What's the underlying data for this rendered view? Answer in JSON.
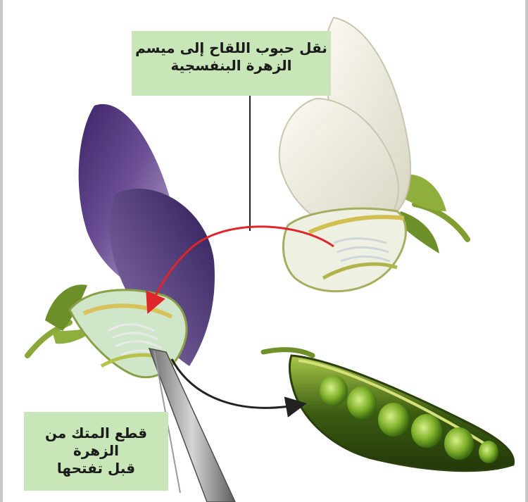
{
  "labels": {
    "top": {
      "line1": "نقل حبوب اللقاح إلى ميسم",
      "line2": "الزهرة البنفسجية"
    },
    "bottom": {
      "line1": "قطع المتك من الزهرة",
      "line2": "قبل تفتحها"
    }
  },
  "colors": {
    "label_bg": "#c8e6b7",
    "purple_flower": "#5a3d7e",
    "white_flower": "#f4f1e4",
    "pollen_arrow": "#e0262a",
    "pod_arrow": "#222222",
    "pod_green": "#3a5a14",
    "pea_green": "#7fb02a"
  }
}
